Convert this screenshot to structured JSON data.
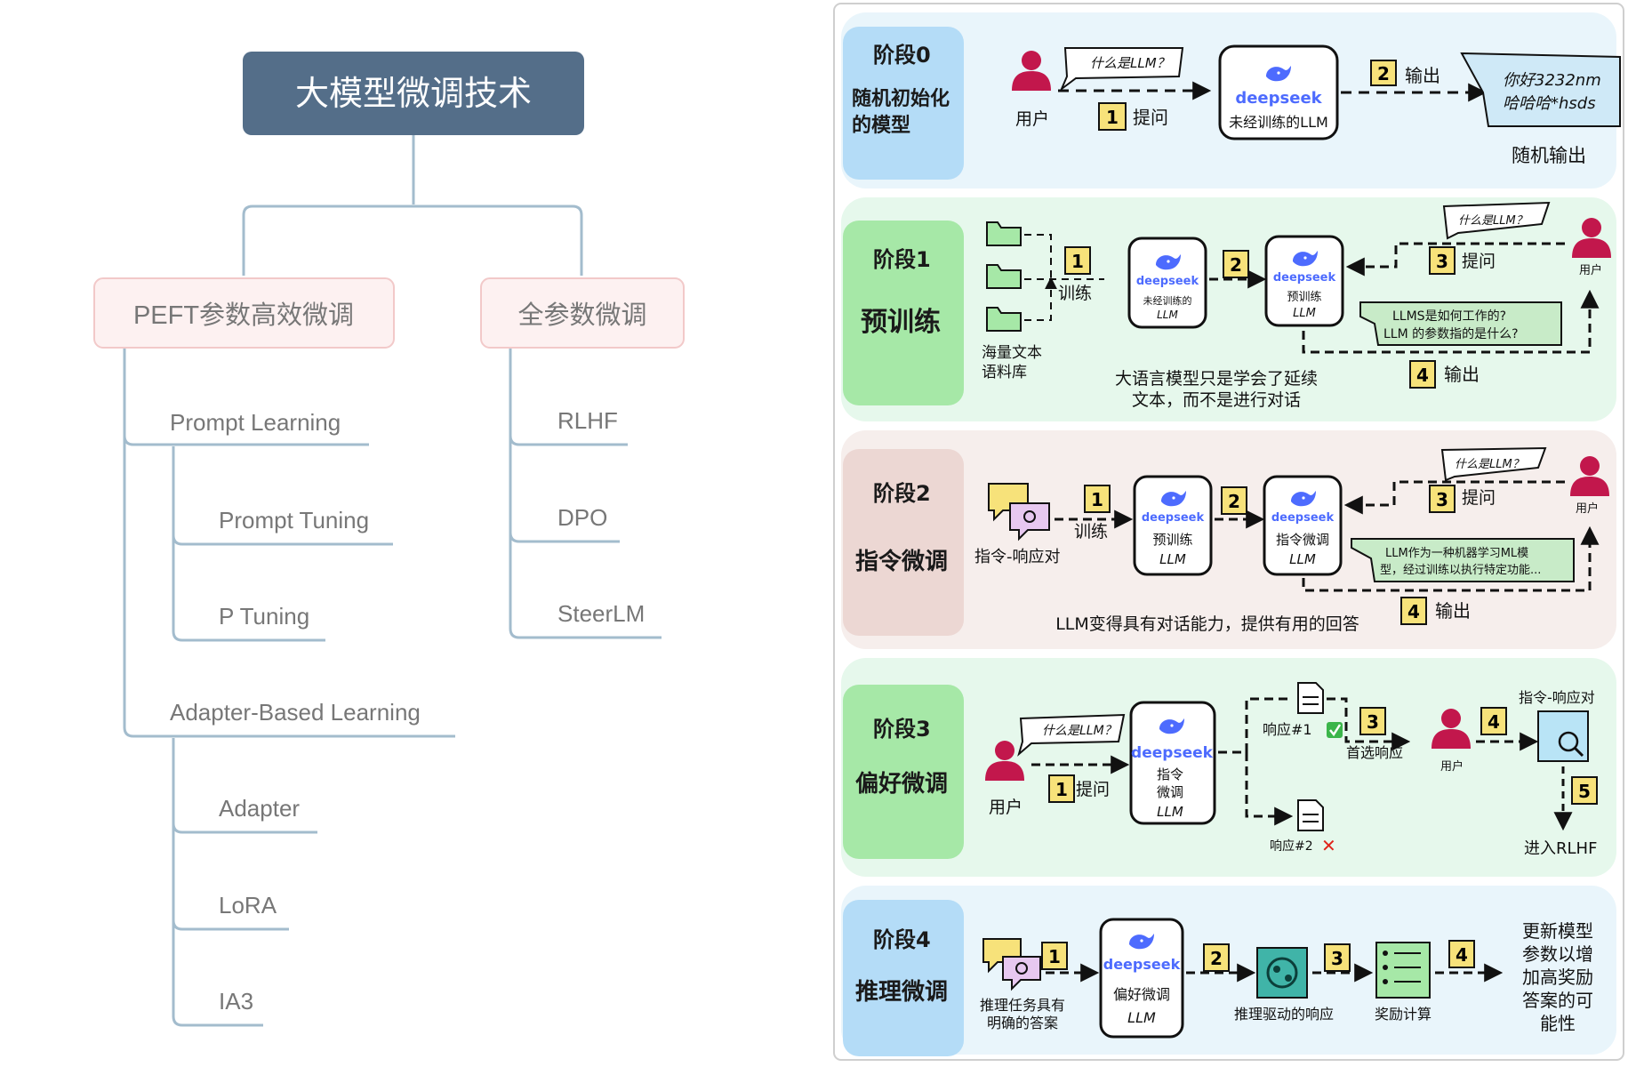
{
  "tree": {
    "root": "大模型微调技术",
    "branches": [
      {
        "label": "PEFT参数高效微调",
        "children": [
          {
            "label": "Prompt Learning",
            "children": [
              "Prompt Tuning",
              "P Tuning"
            ]
          },
          {
            "label": "Adapter-Based Learning",
            "children": [
              "Adapter",
              "LoRA",
              "IA3"
            ]
          }
        ]
      },
      {
        "label": "全参数微调",
        "children": [
          "RLHF",
          "DPO",
          "SteerLM"
        ]
      }
    ]
  },
  "stages": {
    "s0": {
      "title": "阶段0",
      "subtitle": "随机初始化的模型",
      "user": "用户",
      "bubble": "什么是LLM？",
      "step1": "1",
      "step1_label": "提问",
      "brand": "deepseek",
      "llm": "未经训练的LLM",
      "step2": "2",
      "step2_label": "输出",
      "output_line1": "你好3232nm",
      "output_line2": "哈哈哈*hsds",
      "random_output": "随机输出"
    },
    "s1": {
      "title": "阶段1",
      "subtitle": "预训练",
      "corpus": "海量文本语料库",
      "step1": "1",
      "train": "训练",
      "brand": "deepseek",
      "llm_a": "未经训练的LLM",
      "step2": "2",
      "llm_b": "预训练LLM",
      "bubble": "什么是LLM？",
      "step3": "3",
      "ask": "提问",
      "user": "用户",
      "question": "LLMS是如何工作的? LLM 的参数指的是什么?",
      "step4": "4",
      "output": "输出",
      "caption": "大语言模型只是学会了延续文本，而不是进行对话"
    },
    "s2": {
      "title": "阶段2",
      "subtitle": "指令微调",
      "pairs": "指令-响应对",
      "step1": "1",
      "train": "训练",
      "brand": "deepseek",
      "llm_a": "预训练LLM",
      "step2": "2",
      "llm_b": "指令微调LLM",
      "bubble": "什么是LLM？",
      "step3": "3",
      "ask": "提问",
      "user": "用户",
      "answer": "LLM作为一种机器学习ML模型，经过训练以执行特定功能...",
      "step4": "4",
      "output": "输出",
      "caption": "LLM变得具有对话能力，提供有用的回答"
    },
    "s3": {
      "title": "阶段3",
      "subtitle": "偏好微调",
      "user": "用户",
      "bubble": "什么是LLM？",
      "step1": "1",
      "ask": "提问",
      "brand": "deepseek",
      "llm": "指令微调LLM",
      "resp1": "响应#1",
      "resp2": "响应#2",
      "step3": "3",
      "preferred": "首选响应",
      "user2": "用户",
      "step4": "4",
      "pairs": "指令-响应对",
      "step5": "5",
      "rlhf": "进入RLHF"
    },
    "s4": {
      "title": "阶段4",
      "subtitle": "推理微调",
      "task": "推理任务具有明确的答案",
      "step1": "1",
      "brand": "deepseek",
      "llm": "偏好微调LLM",
      "step2": "2",
      "reasoning": "推理驱动的响应",
      "step3": "3",
      "reward": "奖励计算",
      "step4": "4",
      "update": "更新模型参数以增加高奖励答案的可能性"
    }
  },
  "colors": {
    "root": "#546e89",
    "line": "#a3bccd",
    "branch_fill": "#fdf1f1",
    "branch_border": "#f2c9c9",
    "blue_label": "#b4dcf7",
    "green_label": "#a6e8a7",
    "pink_label": "#ecd7d3",
    "user": "#c2174c",
    "note": "#f7e27a",
    "deepseek": "#4d6bfe"
  }
}
